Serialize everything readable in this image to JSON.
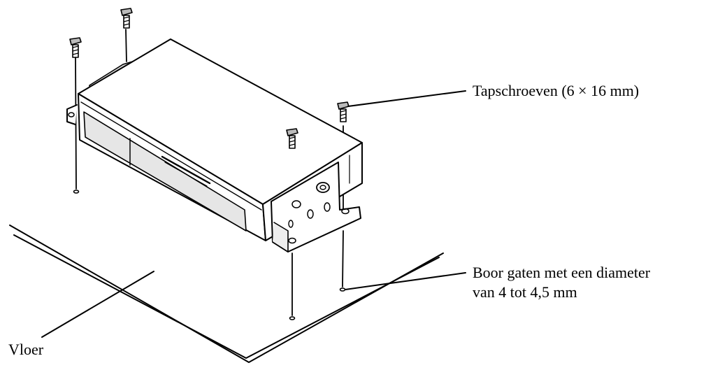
{
  "labels": {
    "screws": "Tapschroeven (6 × 16 mm)",
    "holes_line1": "Boor gaten met een diameter",
    "holes_line2": "van 4 tot 4,5 mm",
    "floor": "Vloer"
  },
  "colors": {
    "line": "#000000",
    "face": "#ffffff",
    "shade": "#d9d9d9",
    "dark_shade": "#bfbfbf"
  }
}
